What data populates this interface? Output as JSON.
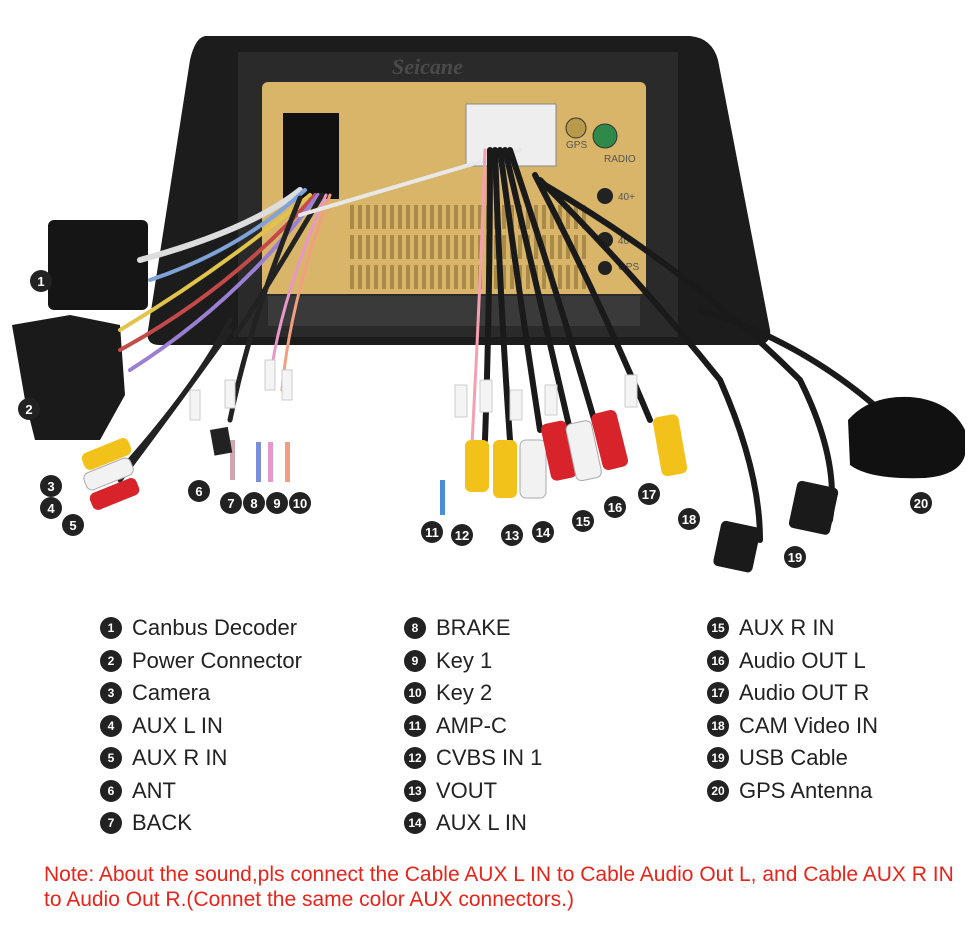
{
  "brand": "Seicane",
  "port_labels": {
    "gps": "GPS",
    "radio": "RADIO",
    "p40a": "40+",
    "p40b": "40-",
    "gps2": "GPS"
  },
  "components": [
    {
      "num": "1",
      "label": "Canbus Decoder"
    },
    {
      "num": "2",
      "label": "Power Connector"
    },
    {
      "num": "3",
      "label": "Camera"
    },
    {
      "num": "4",
      "label": "AUX L IN"
    },
    {
      "num": "5",
      "label": "AUX R IN"
    },
    {
      "num": "6",
      "label": "ANT"
    },
    {
      "num": "7",
      "label": "BACK"
    },
    {
      "num": "8",
      "label": "BRAKE"
    },
    {
      "num": "9",
      "label": "Key 1"
    },
    {
      "num": "10",
      "label": "Key 2"
    },
    {
      "num": "11",
      "label": "AMP-C"
    },
    {
      "num": "12",
      "label": "CVBS IN 1"
    },
    {
      "num": "13",
      "label": "VOUT"
    },
    {
      "num": "14",
      "label": "AUX L IN"
    },
    {
      "num": "15",
      "label": "AUX R IN"
    },
    {
      "num": "16",
      "label": "Audio OUT L"
    },
    {
      "num": "17",
      "label": "Audio OUT R"
    },
    {
      "num": "18",
      "label": "CAM Video IN"
    },
    {
      "num": "19",
      "label": "USB Cable"
    },
    {
      "num": "20",
      "label": "GPS Antenna"
    }
  ],
  "note": "Note: About the sound,pls connect the Cable AUX L IN to Cable Audio Out L, and Cable AUX R IN to  Audio Out R.(Connet the same color AUX connectors.)",
  "colors": {
    "gold": "#d9b56a",
    "frame": "#1c1c1c",
    "note": "#e8241a",
    "rca_red": "#d8232a",
    "rca_yellow": "#f2c21b",
    "rca_white": "#f2f2f2"
  }
}
